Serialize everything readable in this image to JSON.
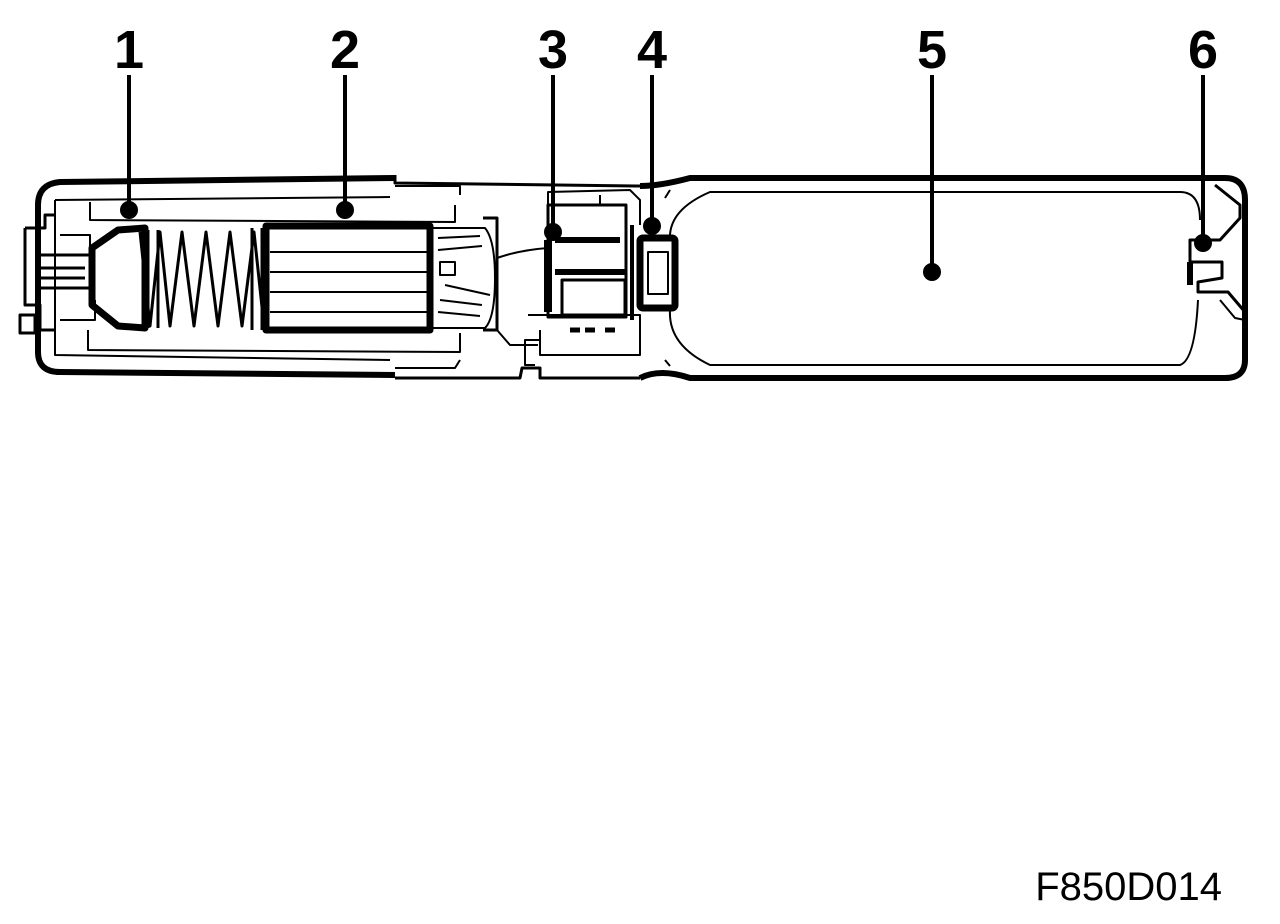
{
  "figure": {
    "callouts": [
      {
        "id": "1",
        "label": "1"
      },
      {
        "id": "2",
        "label": "2"
      },
      {
        "id": "3",
        "label": "3"
      },
      {
        "id": "4",
        "label": "4"
      },
      {
        "id": "5",
        "label": "5"
      },
      {
        "id": "6",
        "label": "6"
      }
    ],
    "code": "F850D014"
  },
  "colors": {
    "ink": "#000000",
    "paper": "#ffffff"
  }
}
